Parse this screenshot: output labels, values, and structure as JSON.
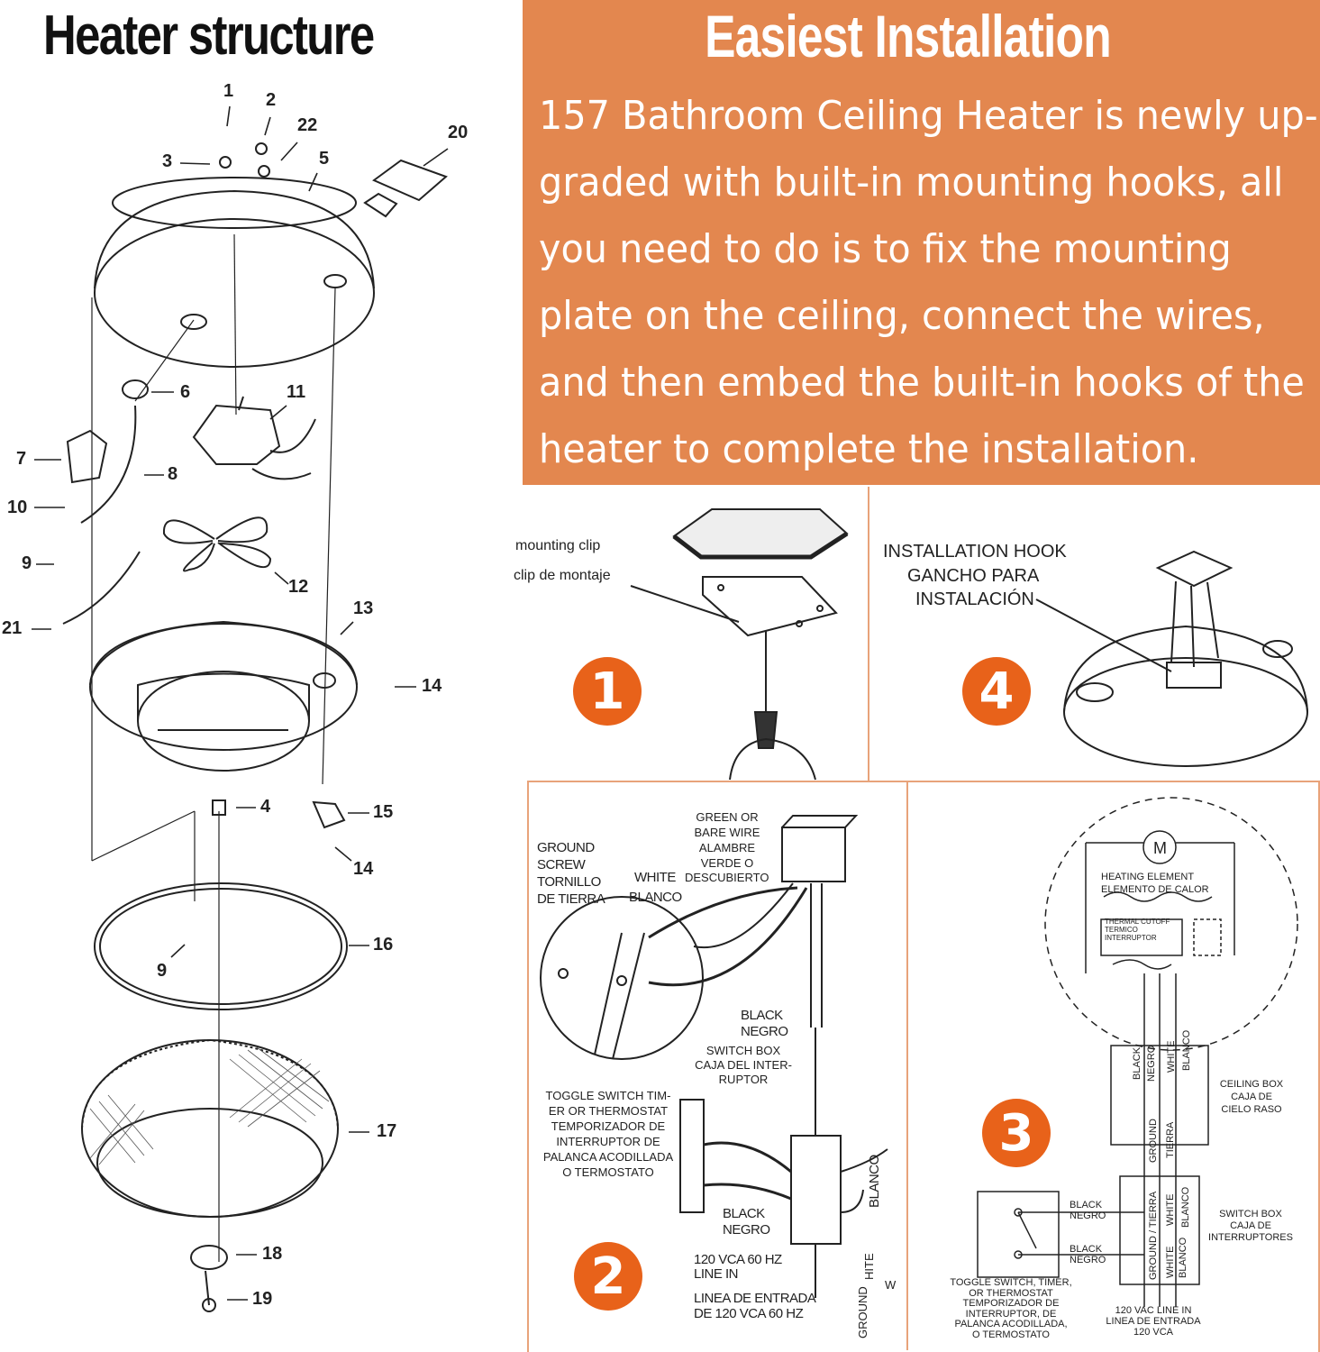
{
  "left": {
    "title": "Heater structure",
    "part_numbers": [
      "1",
      "2",
      "22",
      "20",
      "3",
      "5",
      "6",
      "11",
      "7",
      "8",
      "10",
      "9",
      "12",
      "21",
      "13",
      "14",
      "4",
      "15",
      "14",
      "16",
      "9",
      "17",
      "18",
      "19"
    ]
  },
  "right": {
    "title": "Easiest Installation",
    "paragraph_lines": [
      "157 Bathroom Ceiling Heater is newly up-",
      "graded with built-in mounting hooks, all",
      "you need to do is to fix the mounting",
      "plate on the ceiling, connect the wires,",
      "and then embed the built-in hooks of the",
      "heater to complete the installation."
    ]
  },
  "step1": {
    "number": "1",
    "label1": "mounting clip",
    "label2": "clip de montaje"
  },
  "step4": {
    "number": "4",
    "label1": "INSTALLATION HOOK",
    "label2": "GANCHO PARA",
    "label3": "INSTALACIÓN"
  },
  "step2": {
    "number": "2",
    "ground": [
      "GROUND",
      "SCREW",
      "TORNILLO",
      "DE TIERRA"
    ],
    "green": [
      "GREEN OR",
      "BARE WIRE",
      "ALAMBRE",
      "VERDE O",
      "DESCUBIERTO"
    ],
    "white": "WHITE",
    "blanco": "BLANCO",
    "black": [
      "BLACK",
      "NEGRO"
    ],
    "switchbox": [
      "SWITCH BOX",
      "CAJA DEL INTER-",
      "RUPTOR"
    ],
    "toggle": [
      "TOGGLE SWITCH TIM-",
      "ER OR THERMOSTAT",
      "TEMPORIZADOR DE",
      "INTERRUPTOR DE",
      "PALANCA ACODILLADA",
      "O TERMOSTATO"
    ],
    "black2": [
      "BLACK",
      "NEGRO"
    ],
    "linein": [
      "120 VCA 60 HZ",
      "LINE IN"
    ],
    "lineaentrada": [
      "LINEA DE ENTRADA",
      "DE 120 VCA 60 HZ"
    ],
    "blanco_v": "BLANCO",
    "ground_v": "GROUND",
    "white_v": "HITE",
    "w": "W"
  },
  "step3": {
    "number": "3",
    "motor": "M",
    "heating": [
      "HEATING ELEMENT",
      "ELEMENTO DE CALOR"
    ],
    "thermal": [
      "THERMAL CUTOFF",
      "TERMICO",
      "INTERRUPTOR"
    ],
    "black_v": "BLACK",
    "negro_v": "NEGRO",
    "white_v": "WHITE",
    "blanco_v": "BLANCO",
    "ground_v": "GROUND",
    "tierra_v": "TIERRA",
    "ceilingbox": [
      "CEILING BOX",
      "CAJA DE",
      "CIELO RASO"
    ],
    "switchbox": [
      "SWITCH BOX",
      "CAJA DE",
      "INTERRUPTORES"
    ],
    "black1": [
      "BLACK",
      "NEGRO"
    ],
    "black2": [
      "BLACK",
      "NEGRO"
    ],
    "groundtierra_v": "GROUND / TIERRA",
    "white2_v": "WHITE",
    "blanco2_v": "BLANCO",
    "white3_v": "WHITE",
    "blanco3_v": "BLANCO",
    "toggle": [
      "TOGGLE SWITCH, TIMER,",
      "OR THERMOSTAT",
      "TEMPORIZADOR DE",
      "INTERRUPTOR, DE",
      "PALANCA ACODILLADA,",
      "O TERMOSTATO"
    ],
    "linein": [
      "120 VAC LINE IN",
      "LINEA DE ENTRADA",
      "120 VCA"
    ]
  },
  "colors": {
    "orange_panel": "#e3874f",
    "step_badge": "#e8621a",
    "panel_border": "#e8a37a"
  }
}
